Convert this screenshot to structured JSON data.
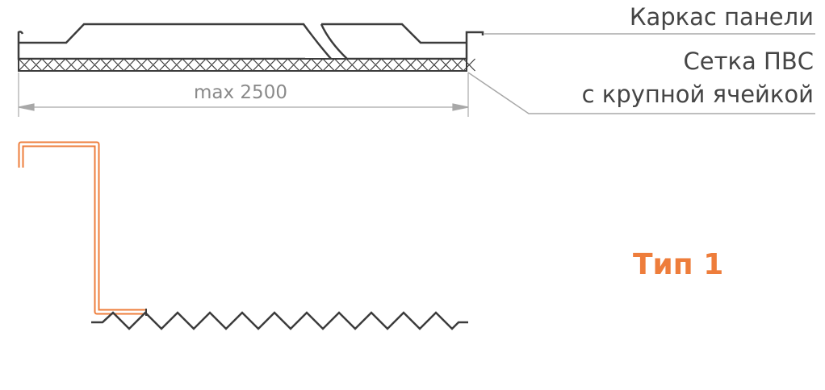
{
  "labels": {
    "frame": "Каркас панели",
    "mesh_line1": "Сетка ПВС",
    "mesh_line2": "с крупной ячейкой"
  },
  "dimension": "max 2500",
  "type_label": "Тип 1",
  "colors": {
    "accent": "#ee7d3b",
    "line": "#3c3c3c",
    "dim": "#a0a0a0"
  }
}
